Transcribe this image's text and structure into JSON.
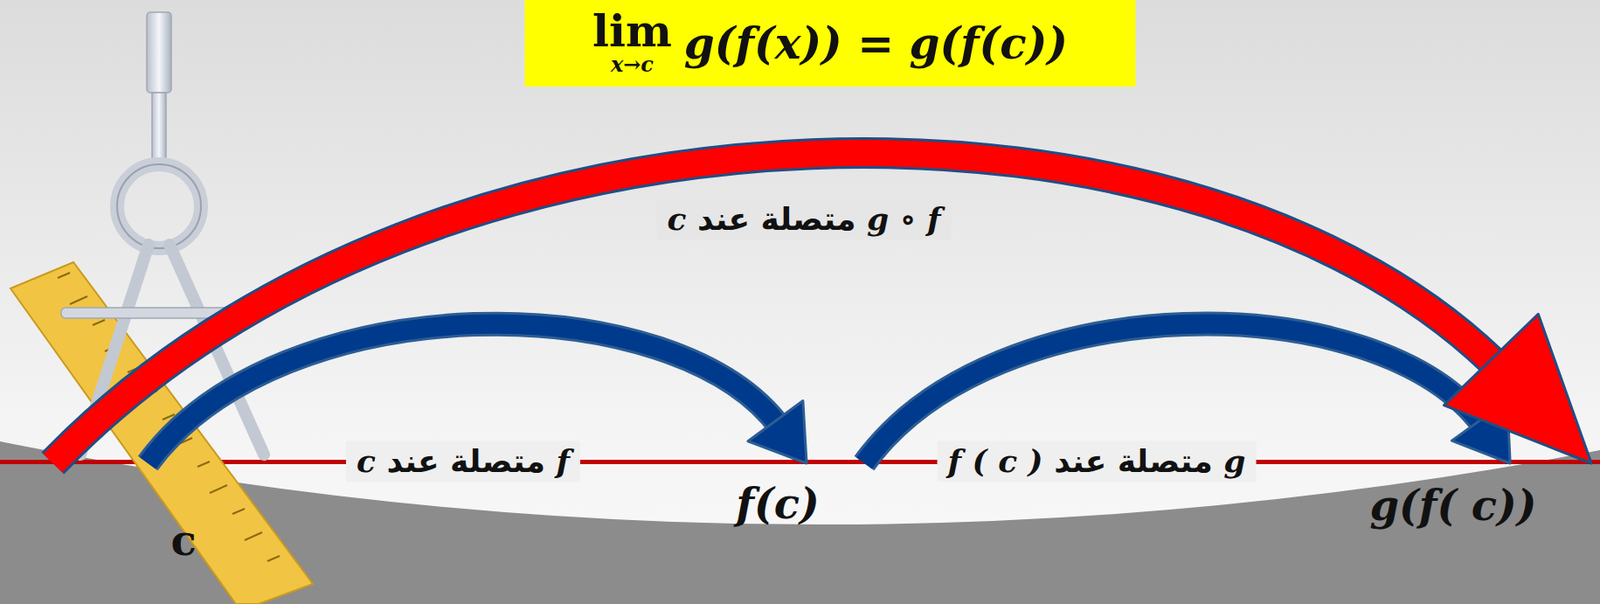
{
  "diagram": {
    "title": "g(f(x)) = g(f(c))",
    "nodes": [
      {
        "text": [
          "c"
        ]
      },
      {
        "text": [
          "f(c)"
        ]
      },
      {
        "text": [
          "g(f( c))"
        ]
      }
    ],
    "edges": [
      {
        "from": 0,
        "to": 1,
        "arrow": "to",
        "label": "f متصلة عند c"
      },
      {
        "from": 1,
        "to": 2,
        "arrow": "to",
        "label": "g متصلة عند f ( c )"
      },
      {
        "from": 0,
        "to": 2,
        "arrow": "to",
        "label": "g ∘ f متصلة عند c"
      }
    ],
    "labels": [
      "lim",
      "x→c"
    ]
  }
}
